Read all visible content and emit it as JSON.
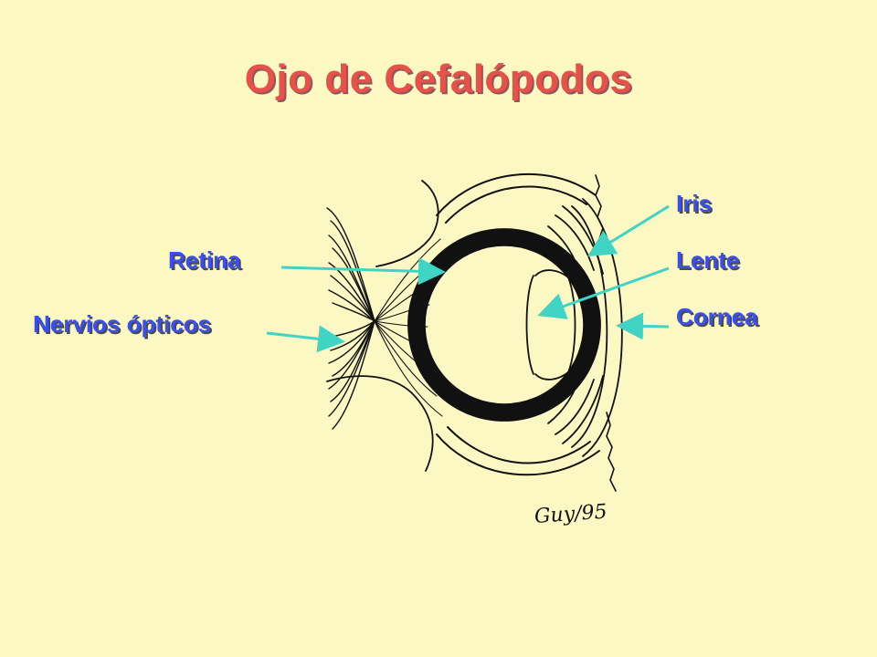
{
  "title": "Ojo de Cefalópodos",
  "labels": {
    "iris": "Iris",
    "lente": "Lente",
    "cornea": "Cornea",
    "retina": "Retina",
    "nervios": "Nervios ópticos"
  },
  "signature": "Guy/95",
  "colors": {
    "background": "#fcf8c4",
    "title": "#e8504a",
    "label": "#3a4ff0",
    "arrow": "#3fd4c4",
    "drawing": "#111111"
  }
}
